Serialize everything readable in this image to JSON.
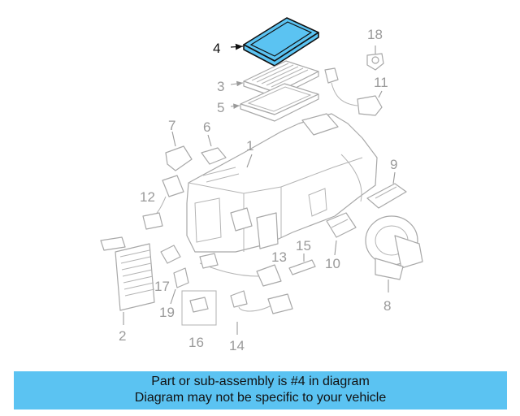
{
  "diagram": {
    "highlight_color": "#5bc3f2",
    "highlighted_part": "4",
    "callouts": [
      "1",
      "2",
      "3",
      "4",
      "5",
      "6",
      "7",
      "8",
      "9",
      "10",
      "11",
      "12",
      "13",
      "14",
      "15",
      "16",
      "17",
      "18",
      "19"
    ]
  },
  "banner": {
    "line1": "Part or sub-assembly is #4 in diagram",
    "line2": "Diagram may not be specific to your vehicle",
    "background": "#5bc3f2"
  }
}
